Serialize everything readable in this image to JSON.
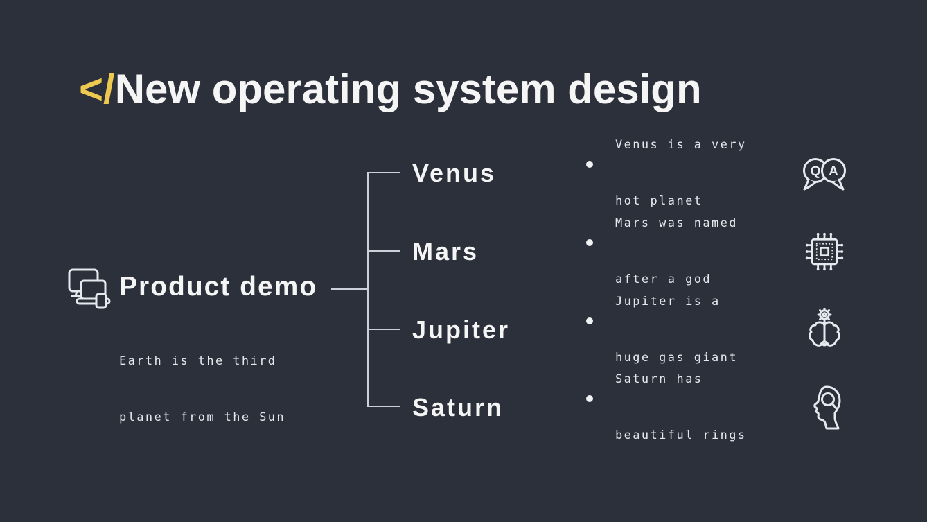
{
  "slide": {
    "title": {
      "prefix": "</",
      "text": "New operating system design"
    },
    "root": {
      "label": "Product demo",
      "description_lines": [
        "Earth is the third",
        "planet from the Sun"
      ],
      "icon": "responsive-devices-icon"
    },
    "branches": [
      {
        "name": "Venus",
        "description_lines": [
          "Venus is a very",
          "hot planet"
        ],
        "icon": "qa-speech-bubbles-icon"
      },
      {
        "name": "Mars",
        "description_lines": [
          "Mars was named",
          "after a god"
        ],
        "icon": "cpu-chip-icon"
      },
      {
        "name": "Jupiter",
        "description_lines": [
          "Jupiter is a",
          "huge gas giant"
        ],
        "icon": "brain-gear-icon"
      },
      {
        "name": "Saturn",
        "description_lines": [
          "Saturn has",
          "beautiful rings"
        ],
        "icon": "head-magnifier-icon"
      }
    ],
    "colors": {
      "background": "#2b303b",
      "accent_yellow": "#eec94f",
      "text_primary": "#f5f5f5",
      "text_secondary": "#e4e7eb",
      "line": "#ccd1d9"
    }
  }
}
